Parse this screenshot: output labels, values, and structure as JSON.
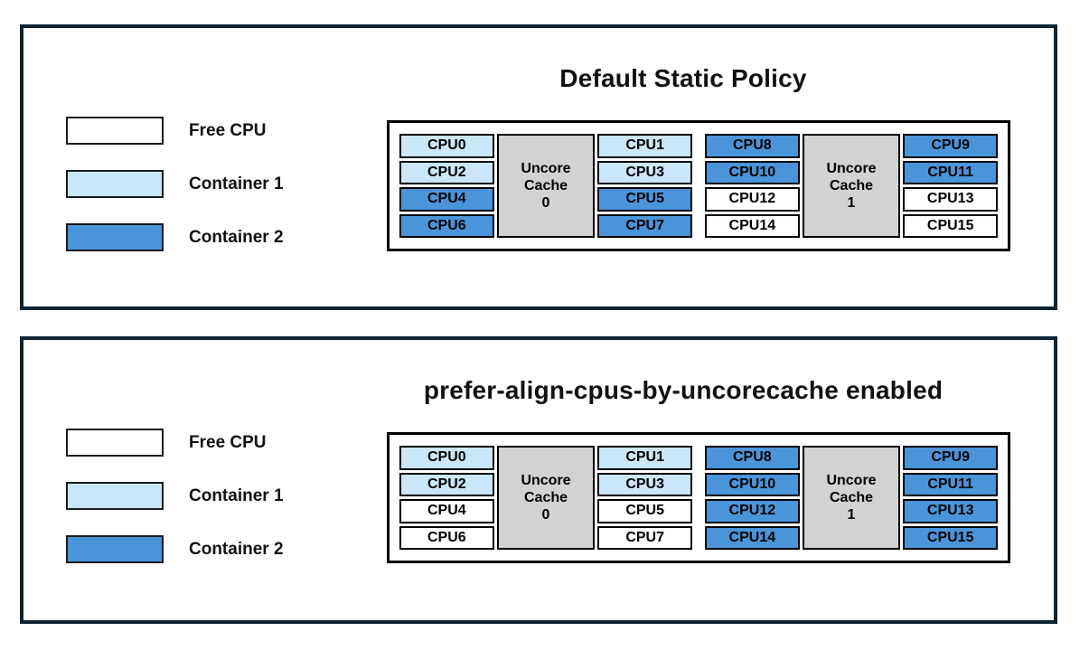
{
  "colors": {
    "free": "#ffffff",
    "container1": "#c9e7f8",
    "container2": "#4a94d9",
    "cache_bg": "#d2d2d0",
    "panel_border": "#0e2433",
    "cell_border": "#000000",
    "text": "#111111"
  },
  "legend": [
    {
      "label": "Free CPU",
      "state": "free"
    },
    {
      "label": "Container 1",
      "state": "container1"
    },
    {
      "label": "Container 2",
      "state": "container2"
    }
  ],
  "panels": [
    {
      "title": "Default Static Policy",
      "groups": [
        {
          "cache_label_lines": [
            "Uncore",
            "Cache",
            "0"
          ],
          "left_cpus": [
            {
              "label": "CPU0",
              "state": "container1"
            },
            {
              "label": "CPU2",
              "state": "container1"
            },
            {
              "label": "CPU4",
              "state": "container2"
            },
            {
              "label": "CPU6",
              "state": "container2"
            }
          ],
          "right_cpus": [
            {
              "label": "CPU1",
              "state": "container1"
            },
            {
              "label": "CPU3",
              "state": "container1"
            },
            {
              "label": "CPU5",
              "state": "container2"
            },
            {
              "label": "CPU7",
              "state": "container2"
            }
          ]
        },
        {
          "cache_label_lines": [
            "Uncore",
            "Cache",
            "1"
          ],
          "left_cpus": [
            {
              "label": "CPU8",
              "state": "container2"
            },
            {
              "label": "CPU10",
              "state": "container2"
            },
            {
              "label": "CPU12",
              "state": "free"
            },
            {
              "label": "CPU14",
              "state": "free"
            }
          ],
          "right_cpus": [
            {
              "label": "CPU9",
              "state": "container2"
            },
            {
              "label": "CPU11",
              "state": "container2"
            },
            {
              "label": "CPU13",
              "state": "free"
            },
            {
              "label": "CPU15",
              "state": "free"
            }
          ]
        }
      ]
    },
    {
      "title": "prefer-align-cpus-by-uncorecache enabled",
      "groups": [
        {
          "cache_label_lines": [
            "Uncore",
            "Cache",
            "0"
          ],
          "left_cpus": [
            {
              "label": "CPU0",
              "state": "container1"
            },
            {
              "label": "CPU2",
              "state": "container1"
            },
            {
              "label": "CPU4",
              "state": "free"
            },
            {
              "label": "CPU6",
              "state": "free"
            }
          ],
          "right_cpus": [
            {
              "label": "CPU1",
              "state": "container1"
            },
            {
              "label": "CPU3",
              "state": "container1"
            },
            {
              "label": "CPU5",
              "state": "free"
            },
            {
              "label": "CPU7",
              "state": "free"
            }
          ]
        },
        {
          "cache_label_lines": [
            "Uncore",
            "Cache",
            "1"
          ],
          "left_cpus": [
            {
              "label": "CPU8",
              "state": "container2"
            },
            {
              "label": "CPU10",
              "state": "container2"
            },
            {
              "label": "CPU12",
              "state": "container2"
            },
            {
              "label": "CPU14",
              "state": "container2"
            }
          ],
          "right_cpus": [
            {
              "label": "CPU9",
              "state": "container2"
            },
            {
              "label": "CPU11",
              "state": "container2"
            },
            {
              "label": "CPU13",
              "state": "container2"
            },
            {
              "label": "CPU15",
              "state": "container2"
            }
          ]
        }
      ]
    }
  ]
}
